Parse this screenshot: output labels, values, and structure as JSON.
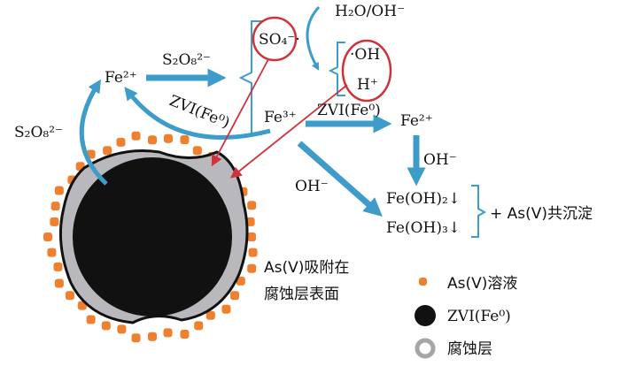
{
  "colors": {
    "arrow": "#3d9cc9",
    "highlight": "#d0323a",
    "dot": "#f07f2e",
    "core": "#111111",
    "layer": "#b9b9bd"
  },
  "labels": {
    "fe2_left": "Fe²⁺",
    "s2o8_top": "S₂O₈²⁻",
    "s2o8_left": "S₂O₈²⁻",
    "so4": "SO₄⁻·",
    "h2o_oh": "H₂O/OH⁻",
    "oh_radical": "·OH",
    "h_plus": "H⁺",
    "fe3": "Fe³⁺",
    "zvi_curve": "ZVI(Fe⁰)",
    "zvi_arrow": "ZVI(Fe⁰)",
    "fe2_right": "Fe²⁺",
    "oh_down": "OH⁻",
    "oh_diag": "OH⁻",
    "feoh2": "Fe(OH)₂↓",
    "feoh3": "Fe(OH)₃↓",
    "coprecip": "+ As(V)共沉淀",
    "adsorb_line1": "As(V)吸附在",
    "adsorb_line2": "腐蚀层表面"
  },
  "legend": [
    {
      "icon": "orange-dot",
      "label": "As(V)溶液"
    },
    {
      "icon": "black-circle",
      "label": "ZVI(Fe⁰)"
    },
    {
      "icon": "grey-ring",
      "label": "腐蚀层"
    }
  ]
}
